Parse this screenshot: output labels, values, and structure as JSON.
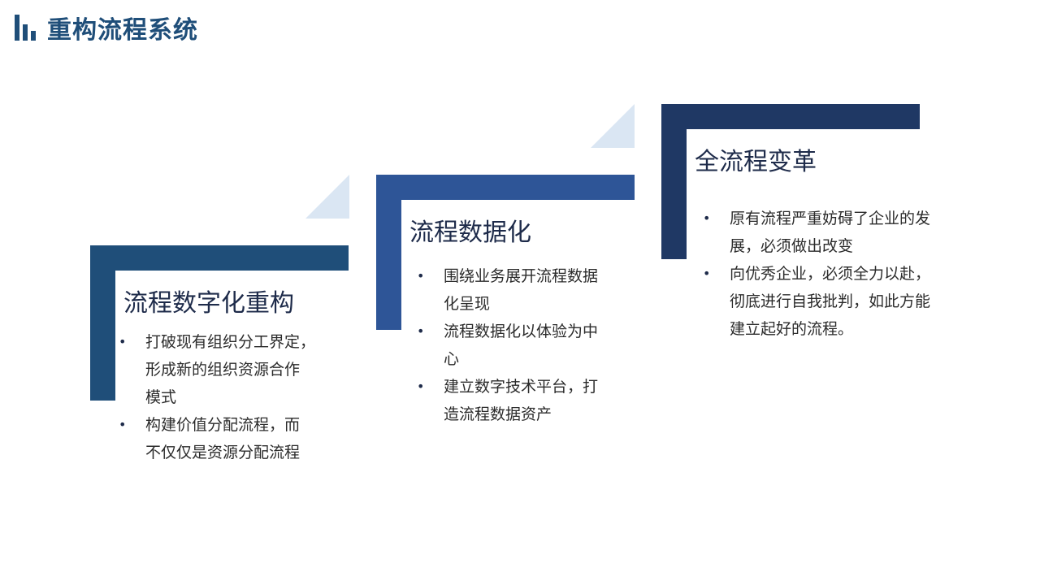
{
  "header": {
    "title": "重构流程系统",
    "icon": "bar-chart-icon"
  },
  "colors": {
    "step1": "#1f4e79",
    "step2": "#2e5597",
    "step3": "#1f3864",
    "triangle": "#dae6f3",
    "title_text": "#1f4e79"
  },
  "steps": [
    {
      "title": "流程数字化重构",
      "lines": [
        [
          "打破现有组织分工界定，",
          "形成新的组织资源合作",
          "模式"
        ],
        [
          "构建价值分配流程，而",
          "不仅仅是资源分配流程"
        ]
      ]
    },
    {
      "title": "流程数据化",
      "lines": [
        [
          "围绕业务展开流程数据",
          "化呈现"
        ],
        [
          "流程数据化以体验为中",
          "心"
        ],
        [
          "建立数字技术平台，打",
          "造流程数据资产"
        ]
      ]
    },
    {
      "title": "全流程变革",
      "lines": [
        [
          "原有流程严重妨碍了企业的发",
          "展，必须做出改变"
        ],
        [
          "向优秀企业，必须全力以赴，",
          "彻底进行自我批判，如此方能",
          "建立起好的流程。"
        ]
      ]
    }
  ]
}
